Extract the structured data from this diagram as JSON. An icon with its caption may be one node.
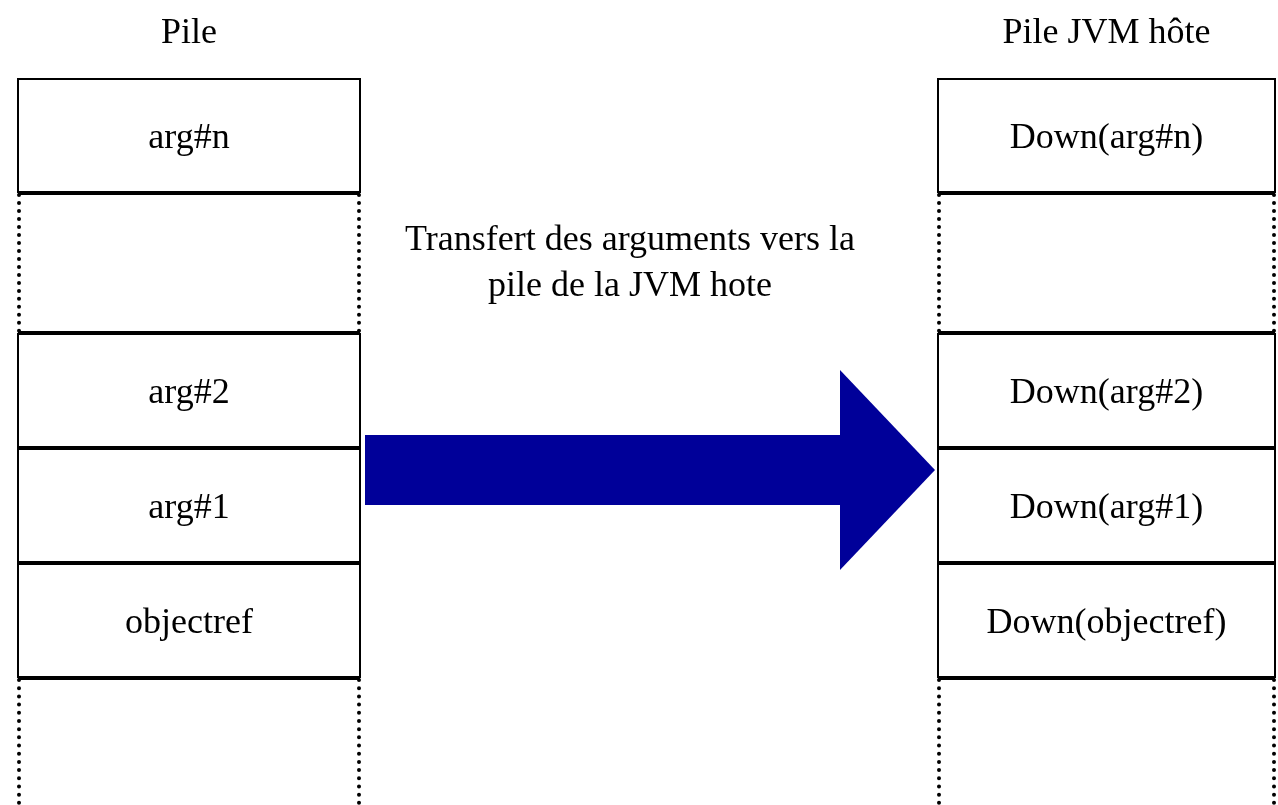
{
  "diagram": {
    "nodes": [
      {
        "text": [
          "Pile"
        ]
      },
      {
        "text": [
          "arg#n"
        ],
        "in": 0
      },
      {
        "text": [],
        "shape": "box",
        "in": 0
      },
      {
        "text": [
          "arg#2"
        ],
        "in": 0
      },
      {
        "text": [
          "arg#1"
        ],
        "in": 0
      },
      {
        "text": [
          "objectref"
        ],
        "in": 0
      },
      {
        "text": [],
        "shape": "box",
        "in": 0
      },
      {
        "text": [
          "Pile JVM hôte"
        ]
      },
      {
        "text": [
          "Down(arg#n)"
        ],
        "in": 7
      },
      {
        "text": [],
        "shape": "box",
        "in": 7
      },
      {
        "text": [
          "Down(arg#2)"
        ],
        "in": 7
      },
      {
        "text": [
          "Down(arg#1)"
        ],
        "in": 7
      },
      {
        "text": [
          "Down(objectref)"
        ],
        "in": 7
      },
      {
        "text": [],
        "shape": "box",
        "in": 7
      }
    ],
    "edges": [
      {
        "from": 0,
        "to": 7,
        "arrow": "to",
        "label": "Transfert des arguments vers la pile de la JVM hote",
        "color": "#000099"
      }
    ]
  }
}
